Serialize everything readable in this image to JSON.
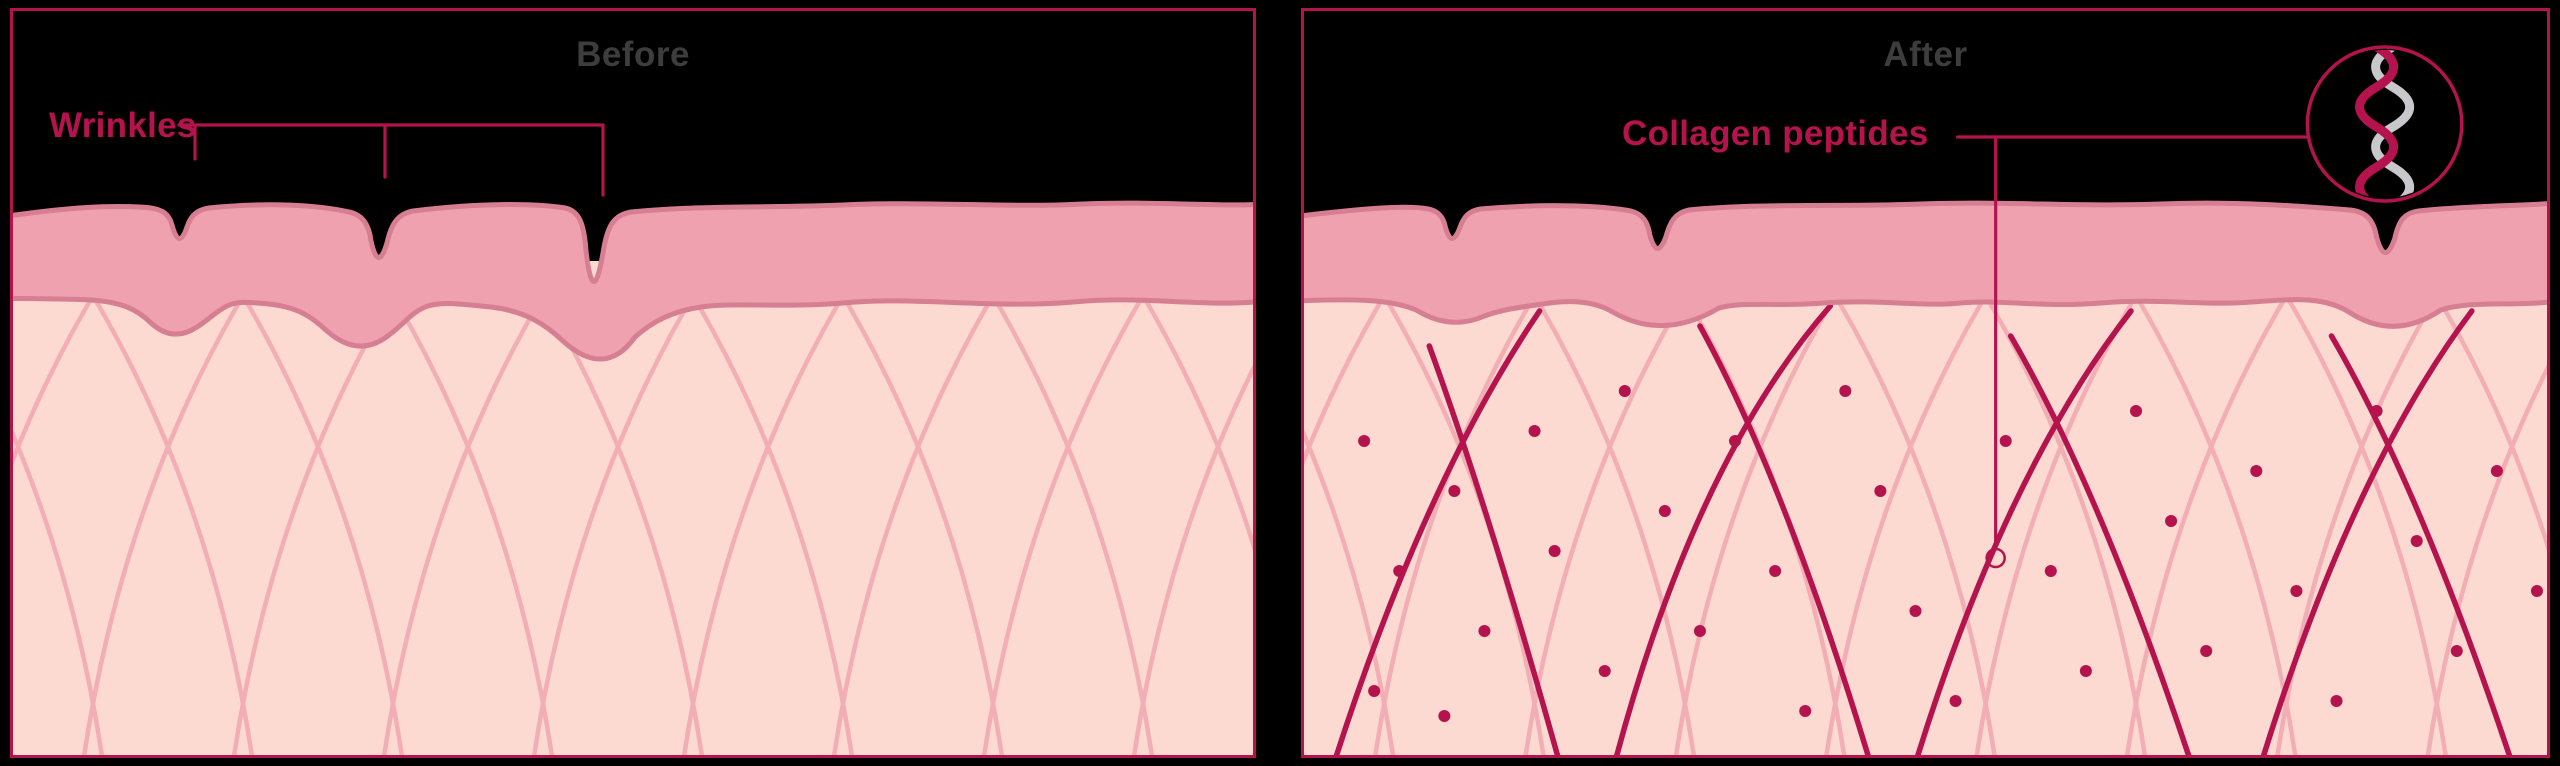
{
  "colors": {
    "accent": "#b5134e",
    "title": "#3d3d3d",
    "panel-bg": "#000000",
    "epidermis": "#f0a1b0",
    "epidermis-outline": "#d67e92",
    "dermis": "#fcd9d1",
    "fiber": "#f2aeb4",
    "helix-gray": "#c8c8cc"
  },
  "before_panel": {
    "title": "Before",
    "label": "Wrinkles"
  },
  "after_panel": {
    "title": "After",
    "label": "Collagen peptides"
  }
}
